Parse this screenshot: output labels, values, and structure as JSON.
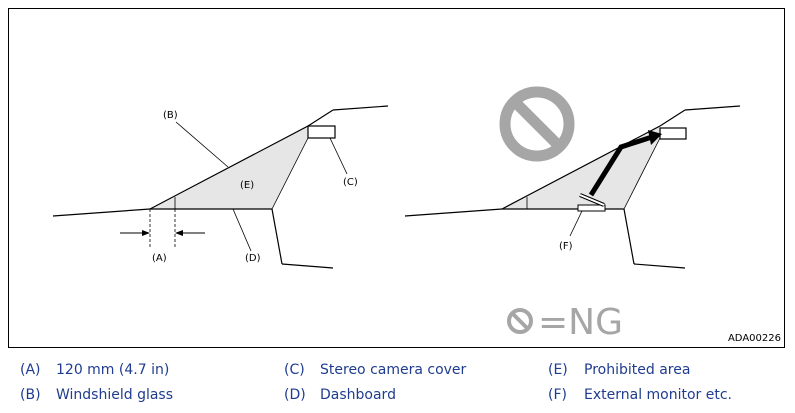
{
  "diagram": {
    "left": {
      "labels": {
        "b": "(B)",
        "c": "(C)",
        "e": "(E)",
        "d": "(D)",
        "a": "(A)"
      }
    },
    "right": {
      "labels": {
        "f": "(F)"
      },
      "ng_text": "=NG",
      "prohibition_icon": "prohibition-icon"
    },
    "code": "ADA00226"
  },
  "legend": [
    {
      "key": "(A)",
      "text": "120 mm (4.7 in)"
    },
    {
      "key": "(B)",
      "text": "Windshield glass"
    },
    {
      "key": "(C)",
      "text": "Stereo camera cover"
    },
    {
      "key": "(D)",
      "text": "Dashboard"
    },
    {
      "key": "(E)",
      "text": "Prohibited area"
    },
    {
      "key": "(F)",
      "text": "External monitor etc."
    }
  ],
  "colors": {
    "legend_text": "#1f3c8f",
    "prohibited_fill": "#e6e6e6",
    "ng_gray": "#a6a6a6"
  }
}
